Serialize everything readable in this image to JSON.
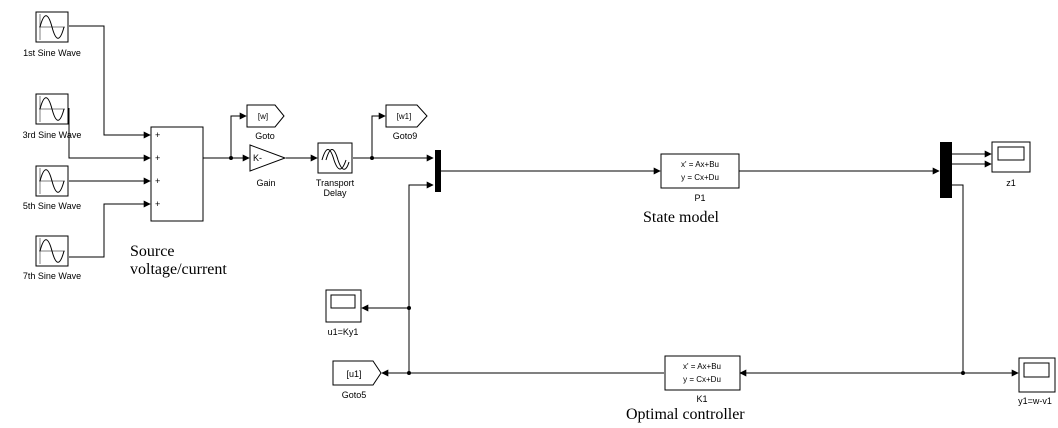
{
  "sources": [
    {
      "label": "1st Sine Wave"
    },
    {
      "label": "3rd Sine Wave"
    },
    {
      "label": "5th Sine Wave"
    },
    {
      "label": "7th Sine Wave"
    }
  ],
  "sum": {
    "signs": [
      "+",
      "+",
      "+",
      "+"
    ]
  },
  "source_annotation": {
    "line1": "Source",
    "line2": "voltage/current"
  },
  "goto_w": {
    "tag": "[w]",
    "label": "Goto"
  },
  "gain": {
    "symbol": "K-",
    "label": "Gain"
  },
  "transport_delay": {
    "line1": "Transport",
    "line2": "Delay"
  },
  "goto_w1": {
    "tag": "[w1]",
    "label": "Goto9"
  },
  "plant": {
    "eq1": "x' = Ax+Bu",
    "eq2": "y = Cx+Du",
    "label": "P1"
  },
  "state_model_annotation": "State model",
  "scope_z1": {
    "label": "z1"
  },
  "scope_u1": {
    "label": "u1=Ky1"
  },
  "goto_u1": {
    "tag": "[u1]",
    "label": "Goto5"
  },
  "controller": {
    "eq1": "x' = Ax+Bu",
    "eq2": "y = Cx+Du",
    "label": "K1"
  },
  "controller_annotation": "Optimal controller",
  "scope_y1": {
    "label": "y1=w-v1"
  }
}
